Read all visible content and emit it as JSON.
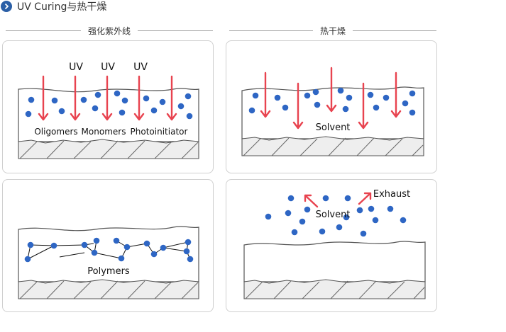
{
  "header": {
    "title": "UV Curing与热干燥"
  },
  "columns": [
    {
      "title": "强化紫外线"
    },
    {
      "title": "热干燥"
    }
  ],
  "panels": {
    "uv": {
      "uv_labels": [
        "UV",
        "UV",
        "UV"
      ],
      "labels": [
        "Oligomers",
        "Monomers",
        "Photoinitiator"
      ]
    },
    "heat": {
      "label": "Solvent"
    },
    "polymer": {
      "label": "Polymers"
    },
    "exhaust": {
      "solvent_label": "Solvent",
      "exhaust_label": "Exhaust"
    }
  },
  "colors": {
    "particle": "#2e66c4",
    "arrow": "#e8434f",
    "outline": "#555555",
    "base": "#eeeeee"
  }
}
